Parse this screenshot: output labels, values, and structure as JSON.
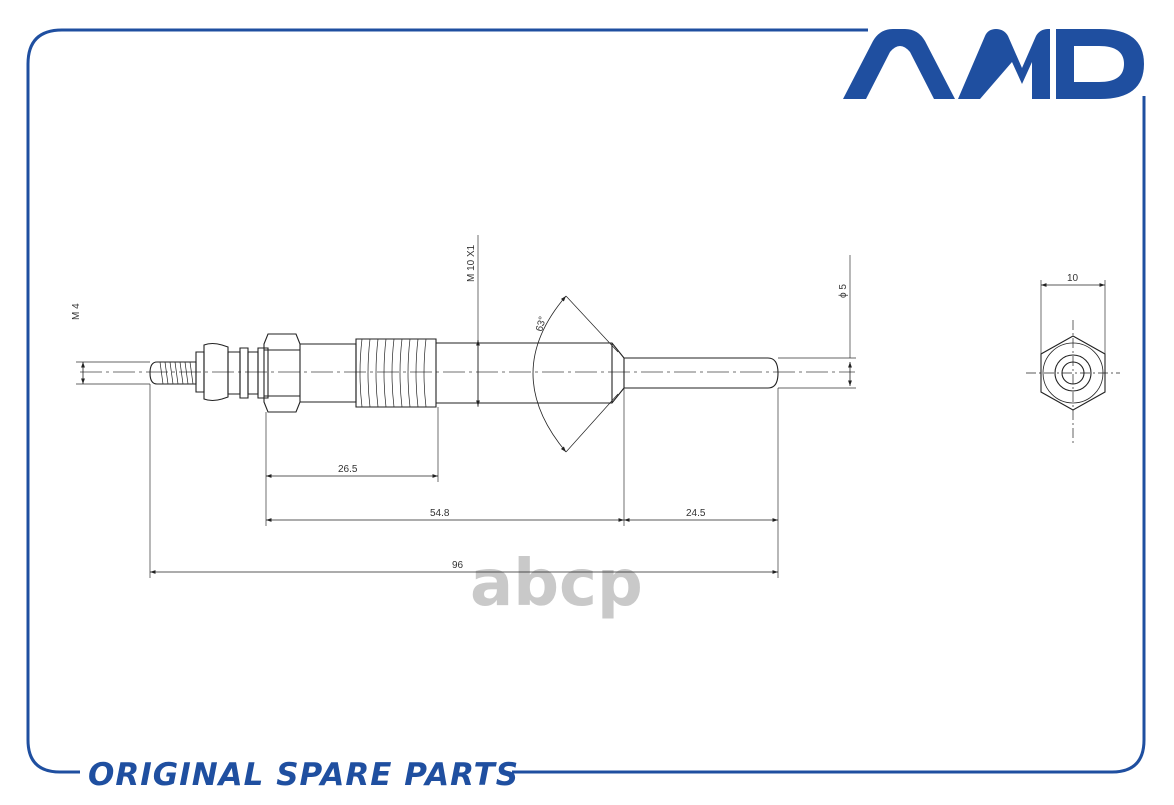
{
  "brand": {
    "logo_text": "AMD",
    "footer_text": "ORIGINAL SPARE PARTS",
    "watermark_text": "abcp",
    "color_primary": "#1f4fa0",
    "color_watermark": "#c4c4c4"
  },
  "drawing": {
    "thread_tip_label": "M 4",
    "thread_body_label": "M 10 X1",
    "diameter_label": "ϕ 5",
    "angle_label": "63°",
    "dim_thread_length": "26.5",
    "dim_body_length": "54.8",
    "dim_tip_length": "24.5",
    "dim_total_length": "96",
    "hex_size": "10"
  }
}
